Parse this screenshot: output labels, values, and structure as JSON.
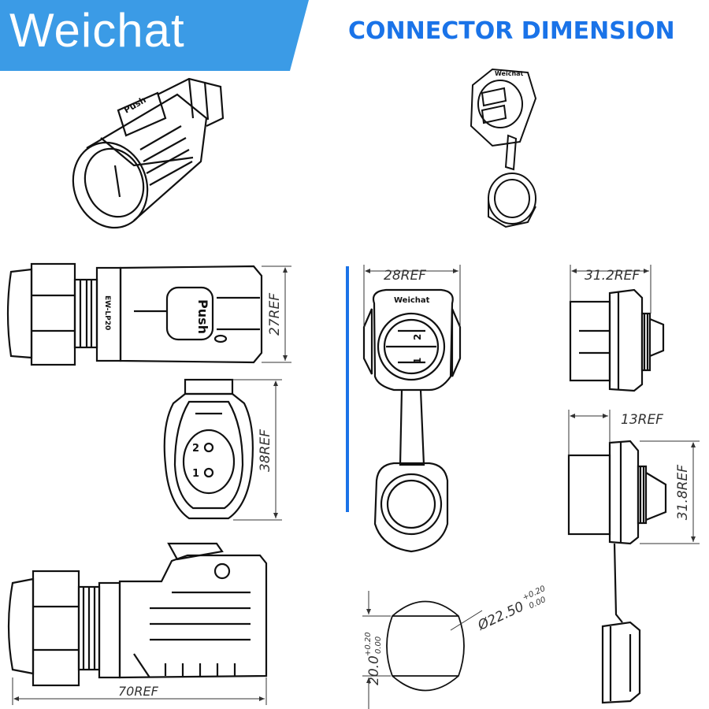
{
  "brand": {
    "logo_text": "Weichat",
    "band_color": "#3b9be6"
  },
  "header": {
    "title": "CONNECTOR DIMENSION",
    "title_color": "#1a73e8"
  },
  "accent": {
    "divider_color": "#1a73e8"
  },
  "plug": {
    "push_label": "Push",
    "model_label": "EW-LP20",
    "length_dim": "70REF",
    "height_dim": "27REF",
    "face_dim": "38REF",
    "pin_1": "1",
    "pin_2": "2"
  },
  "socket": {
    "logo_label": "Weichat",
    "width_dim": "28REF",
    "side_width_dim": "31.2REF",
    "depth_dim": "13REF",
    "height_dim": "31.8REF",
    "pin_1": "1",
    "pin_2": "2"
  },
  "panel_cutout": {
    "diameter_label": "Ø22.50",
    "diameter_tol_upper": "+0.20",
    "diameter_tol_lower": "0.00",
    "flat_label": "20.0",
    "flat_tol_upper": "+0.20",
    "flat_tol_lower": "0.00"
  }
}
